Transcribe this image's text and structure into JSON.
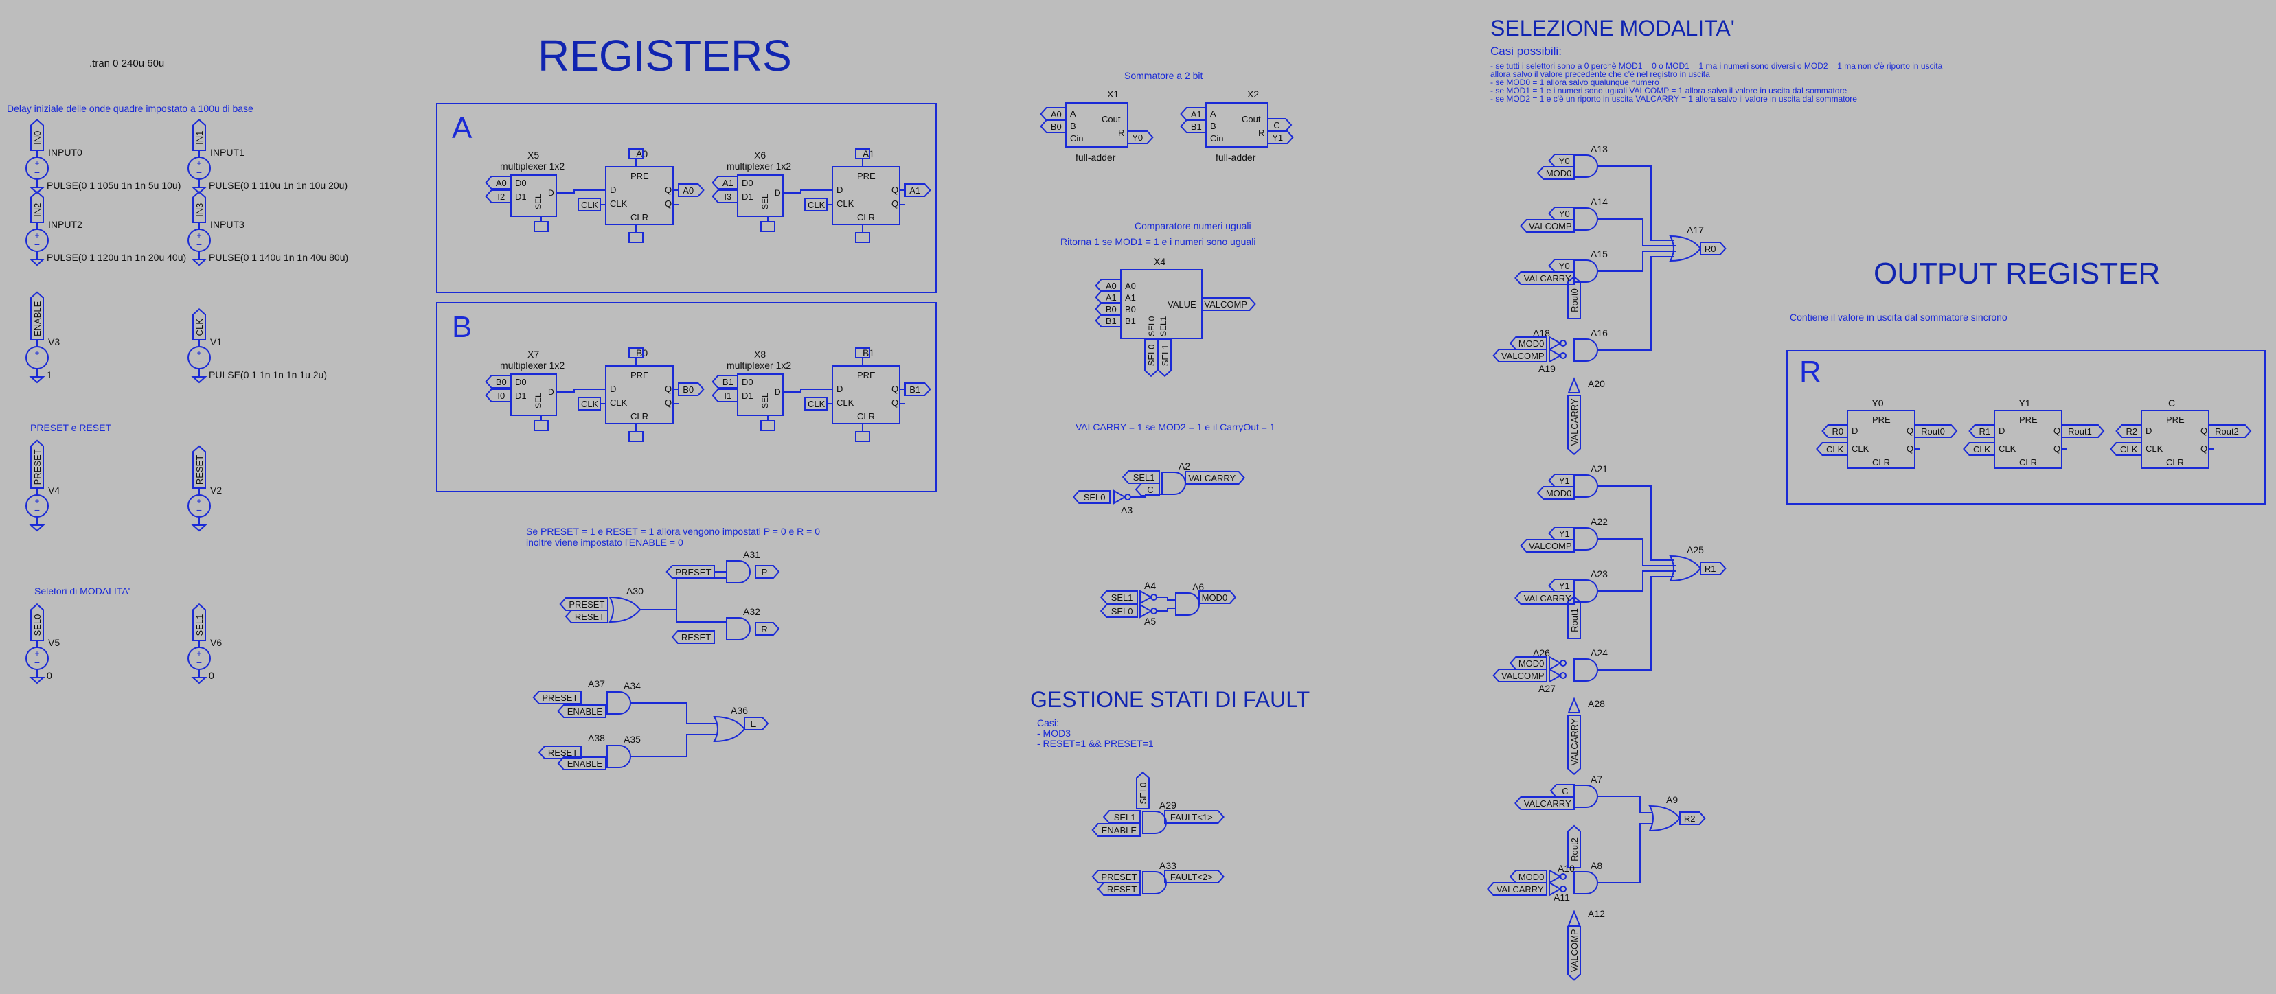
{
  "colors": {
    "background": "#bdbdbd",
    "wire": "#1a2ad6",
    "text_small": "#1a2ad6",
    "text_dark": "#111111",
    "title": "#1024b0"
  },
  "sim": {
    "directive": ".tran 0 240u 60u",
    "delay_note": "Delay iniziale delle onde quadre impostato a 100u di base"
  },
  "sources": [
    {
      "net": "INPUT0",
      "name": "",
      "value": "PULSE(0 1 105u 1n 1n 5u 10u)",
      "label": "IN0"
    },
    {
      "net": "INPUT1",
      "name": "",
      "value": "PULSE(0 1 110u 1n 1n 10u 20u)",
      "label": "IN1"
    },
    {
      "net": "INPUT2",
      "name": "",
      "value": "PULSE(0 1 120u 1n 1n 20u 40u)",
      "label": "IN2"
    },
    {
      "net": "INPUT3",
      "name": "",
      "value": "PULSE(0 1 140u 1n 1n 40u 80u)",
      "label": "IN3"
    },
    {
      "net": "",
      "name": "V3",
      "value": "1",
      "label": "ENABLE"
    },
    {
      "net": "",
      "name": "V1",
      "value": "PULSE(0 1 1n 1n 1n 1u 2u)",
      "label": "CLK"
    },
    {
      "net": "",
      "name": "V4",
      "value": "",
      "label": "PRESET"
    },
    {
      "net": "",
      "name": "V2",
      "value": "",
      "label": "RESET"
    },
    {
      "net": "",
      "name": "V5",
      "value": "0",
      "label": "SEL0"
    },
    {
      "net": "",
      "name": "V6",
      "value": "0",
      "label": "SEL1"
    }
  ],
  "notes": {
    "preset_reset": "PRESET e RESET",
    "mode_selectors": "Seletori di MODALITA'"
  },
  "registers": {
    "title": "REGISTERS",
    "reg_a": {
      "letter": "A",
      "mux1": "X5",
      "mux2": "X6",
      "ff1": "A0",
      "ff2": "A1",
      "in1": "A0",
      "in2": "A1",
      "i1": "I2",
      "i2": "I3",
      "out1": "A0",
      "out2": "A1"
    },
    "reg_b": {
      "letter": "B",
      "mux1": "X7",
      "mux2": "X8",
      "ff1": "B0",
      "ff2": "B1",
      "in1": "B0",
      "in2": "B1",
      "i1": "I0",
      "i2": "I1",
      "out1": "B0",
      "out2": "B1"
    },
    "mux_caption": "multiplexer 1x2",
    "pins": {
      "d0": "D0",
      "d1": "D1",
      "sel": "SEL",
      "d": "D",
      "pre": "PRE",
      "clr": "CLR",
      "clk": "CLK",
      "q": "Q",
      "qbar": "Q̄"
    },
    "note_line1": "Se PRESET = 1 e RESET = 1 allora vengono impostati P = 0 e R = 0",
    "note_line2": "inoltre viene impostato l'ENABLE = 0"
  },
  "preset_logic": {
    "gates": [
      "A31",
      "A32",
      "A30",
      "A37",
      "A34",
      "A38",
      "A35",
      "A36"
    ],
    "labels": {
      "preset": "PRESET",
      "reset": "RESET",
      "enable": "ENABLE",
      "p": "P",
      "r": "R",
      "e": "E"
    }
  },
  "adder": {
    "title": "Sommatore a 2 bit",
    "x1": "X1",
    "x2": "X2",
    "caption": "full-adder",
    "pins": {
      "a": "A",
      "b": "B",
      "cin": "Cin",
      "cout": "Cout",
      "r": "R"
    },
    "in": [
      "A0",
      "B0",
      "A1",
      "B1"
    ],
    "out": [
      "Y0",
      "C",
      "Y1"
    ]
  },
  "comparator": {
    "title": "Comparatore numeri uguali",
    "subtitle": "Ritorna 1 se MOD1 = 1 e i numeri sono uguali",
    "name": "X4",
    "pins": [
      "A0",
      "A1",
      "B0",
      "B1"
    ],
    "value": "VALUE",
    "out": "VALCOMP",
    "sel": [
      "SEL0",
      "SEL1"
    ]
  },
  "valcarry": {
    "title": "VALCARRY = 1 se MOD2 = 1 e il CarryOut = 1",
    "gates": [
      "A2",
      "A3"
    ],
    "in": [
      "SEL1",
      "C",
      "SEL0"
    ],
    "out": "VALCARRY"
  },
  "mod0": {
    "gates": [
      "A4",
      "A5",
      "A6"
    ],
    "in": [
      "SEL1",
      "SEL0"
    ],
    "out": "MOD0"
  },
  "fault": {
    "title": "GESTIONE STATI DI FAULT",
    "cases_title": "Casi:",
    "case1": "- MOD3",
    "case2": "- RESET=1 && PRESET=1",
    "g1": "A29",
    "g2": "A33",
    "in1": [
      "SEL0",
      "SEL1",
      "ENABLE"
    ],
    "in2": [
      "PRESET",
      "RESET"
    ],
    "out1": "FAULT<1>",
    "out2": "FAULT<2>"
  },
  "selection": {
    "title": "SELEZIONE MODALITA'",
    "cases_title": "Casi possibili:",
    "lines": [
      "- se tutti i selettori sono a 0 perchè MOD1 = 0 o MOD1 = 1 ma i numeri sono diversi o MOD2 = 1 ma non c'è riporto in uscita",
      "  allora salvo il valore precedente che c'è nel registro in uscita",
      "- se MOD0 = 1 allora salvo qualunque numero",
      "- se MOD1 = 1 e i numeri sono uguali VALCOMP = 1 allora salvo il valore in uscita dal sommatore",
      "- se MOD2 = 1 e c'è un riporto in uscita VALCARRY = 1 allora salvo il valore in uscita dal sommatore"
    ],
    "block0": {
      "gates": [
        "A13",
        "A14",
        "A15",
        "A16",
        "A17",
        "A18",
        "A19",
        "A20"
      ],
      "in": [
        "Y0",
        "MOD0",
        "Y0",
        "VALCOMP",
        "Y0",
        "VALCARRY",
        "Rout0",
        "MOD0",
        "VALCOMP",
        "VALCARRY"
      ],
      "out": "R0"
    },
    "block1": {
      "gates": [
        "A21",
        "A22",
        "A23",
        "A24",
        "A25",
        "A26",
        "A27",
        "A28"
      ],
      "in": [
        "Y1",
        "MOD0",
        "Y1",
        "VALCOMP",
        "Y1",
        "VALCARRY",
        "Rout1",
        "MOD0",
        "VALCOMP",
        "VALCARRY"
      ],
      "out": "R1"
    },
    "block2": {
      "gates": [
        "A7",
        "A8",
        "A9",
        "A10",
        "A11",
        "A12"
      ],
      "in": [
        "C",
        "VALCARRY",
        "Rout2",
        "MOD0",
        "VALCARRY",
        "VALCOMP"
      ],
      "out": "R2"
    }
  },
  "output": {
    "title": "OUTPUT REGISTER",
    "note": "Contiene il valore in uscita dal sommatore sincrono",
    "letter": "R",
    "ffs": [
      {
        "name": "Y0",
        "d": "R0",
        "q": "Rout0"
      },
      {
        "name": "Y1",
        "d": "R1",
        "q": "Rout1"
      },
      {
        "name": "C",
        "d": "R2",
        "q": "Rout2"
      }
    ],
    "clk": "CLK"
  }
}
